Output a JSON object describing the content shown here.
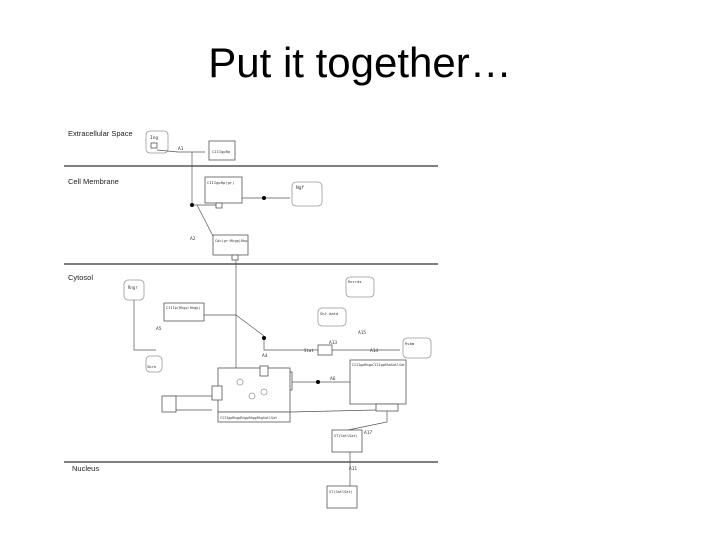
{
  "slide": {
    "title": "Put it together…"
  },
  "compartments": [
    {
      "id": "extracellular",
      "label": "Extracellular Space"
    },
    {
      "id": "membrane",
      "label": "Cell Membrane"
    },
    {
      "id": "cytosol",
      "label": "Cytosol"
    },
    {
      "id": "nucleus",
      "label": "Nucleus"
    }
  ],
  "nodes": {
    "ext_species": "Ing",
    "ext_reaction_label": "A1",
    "ext_complex": "CIIIgpRp",
    "mem_complex": "CIIIgpRp(gr)",
    "mem_species": "Ngf",
    "mem_reaction_label": "A2",
    "mem_complex2": "Cdc(gr:Rhgp)Rhp",
    "cyt_species_left": "Rngr",
    "cyt_complex_top": "CIIIp(Rhgp:Rhgp)",
    "cyt_label_a5": "A5",
    "cyt_label_a15": "A15",
    "cyt_label_a13": "A13",
    "cyt_label_a14": "A14",
    "cyt_label_a4": "A4",
    "cyt_label_a6": "A6",
    "cyt_label_a17": "A17",
    "cyt_label_a11": "A11",
    "cyt_species_tr": "Rerrds",
    "cyt_species_mid": "Shf.data",
    "cyt_species_right": "Rsbm",
    "cyt_species_left_lower": "Sbrk",
    "cyt_stat": "Stat",
    "cyt_complex_big": "CIIIgpRhgpCIIIgpRhaSatlSat",
    "cyt_complex_bottom": "CIIIgpRhgpRhgpRhgpRhgSatlSat",
    "cyt_st_node": "ST(SatlSat)",
    "nuc_node": "ST(SatlSat)"
  }
}
